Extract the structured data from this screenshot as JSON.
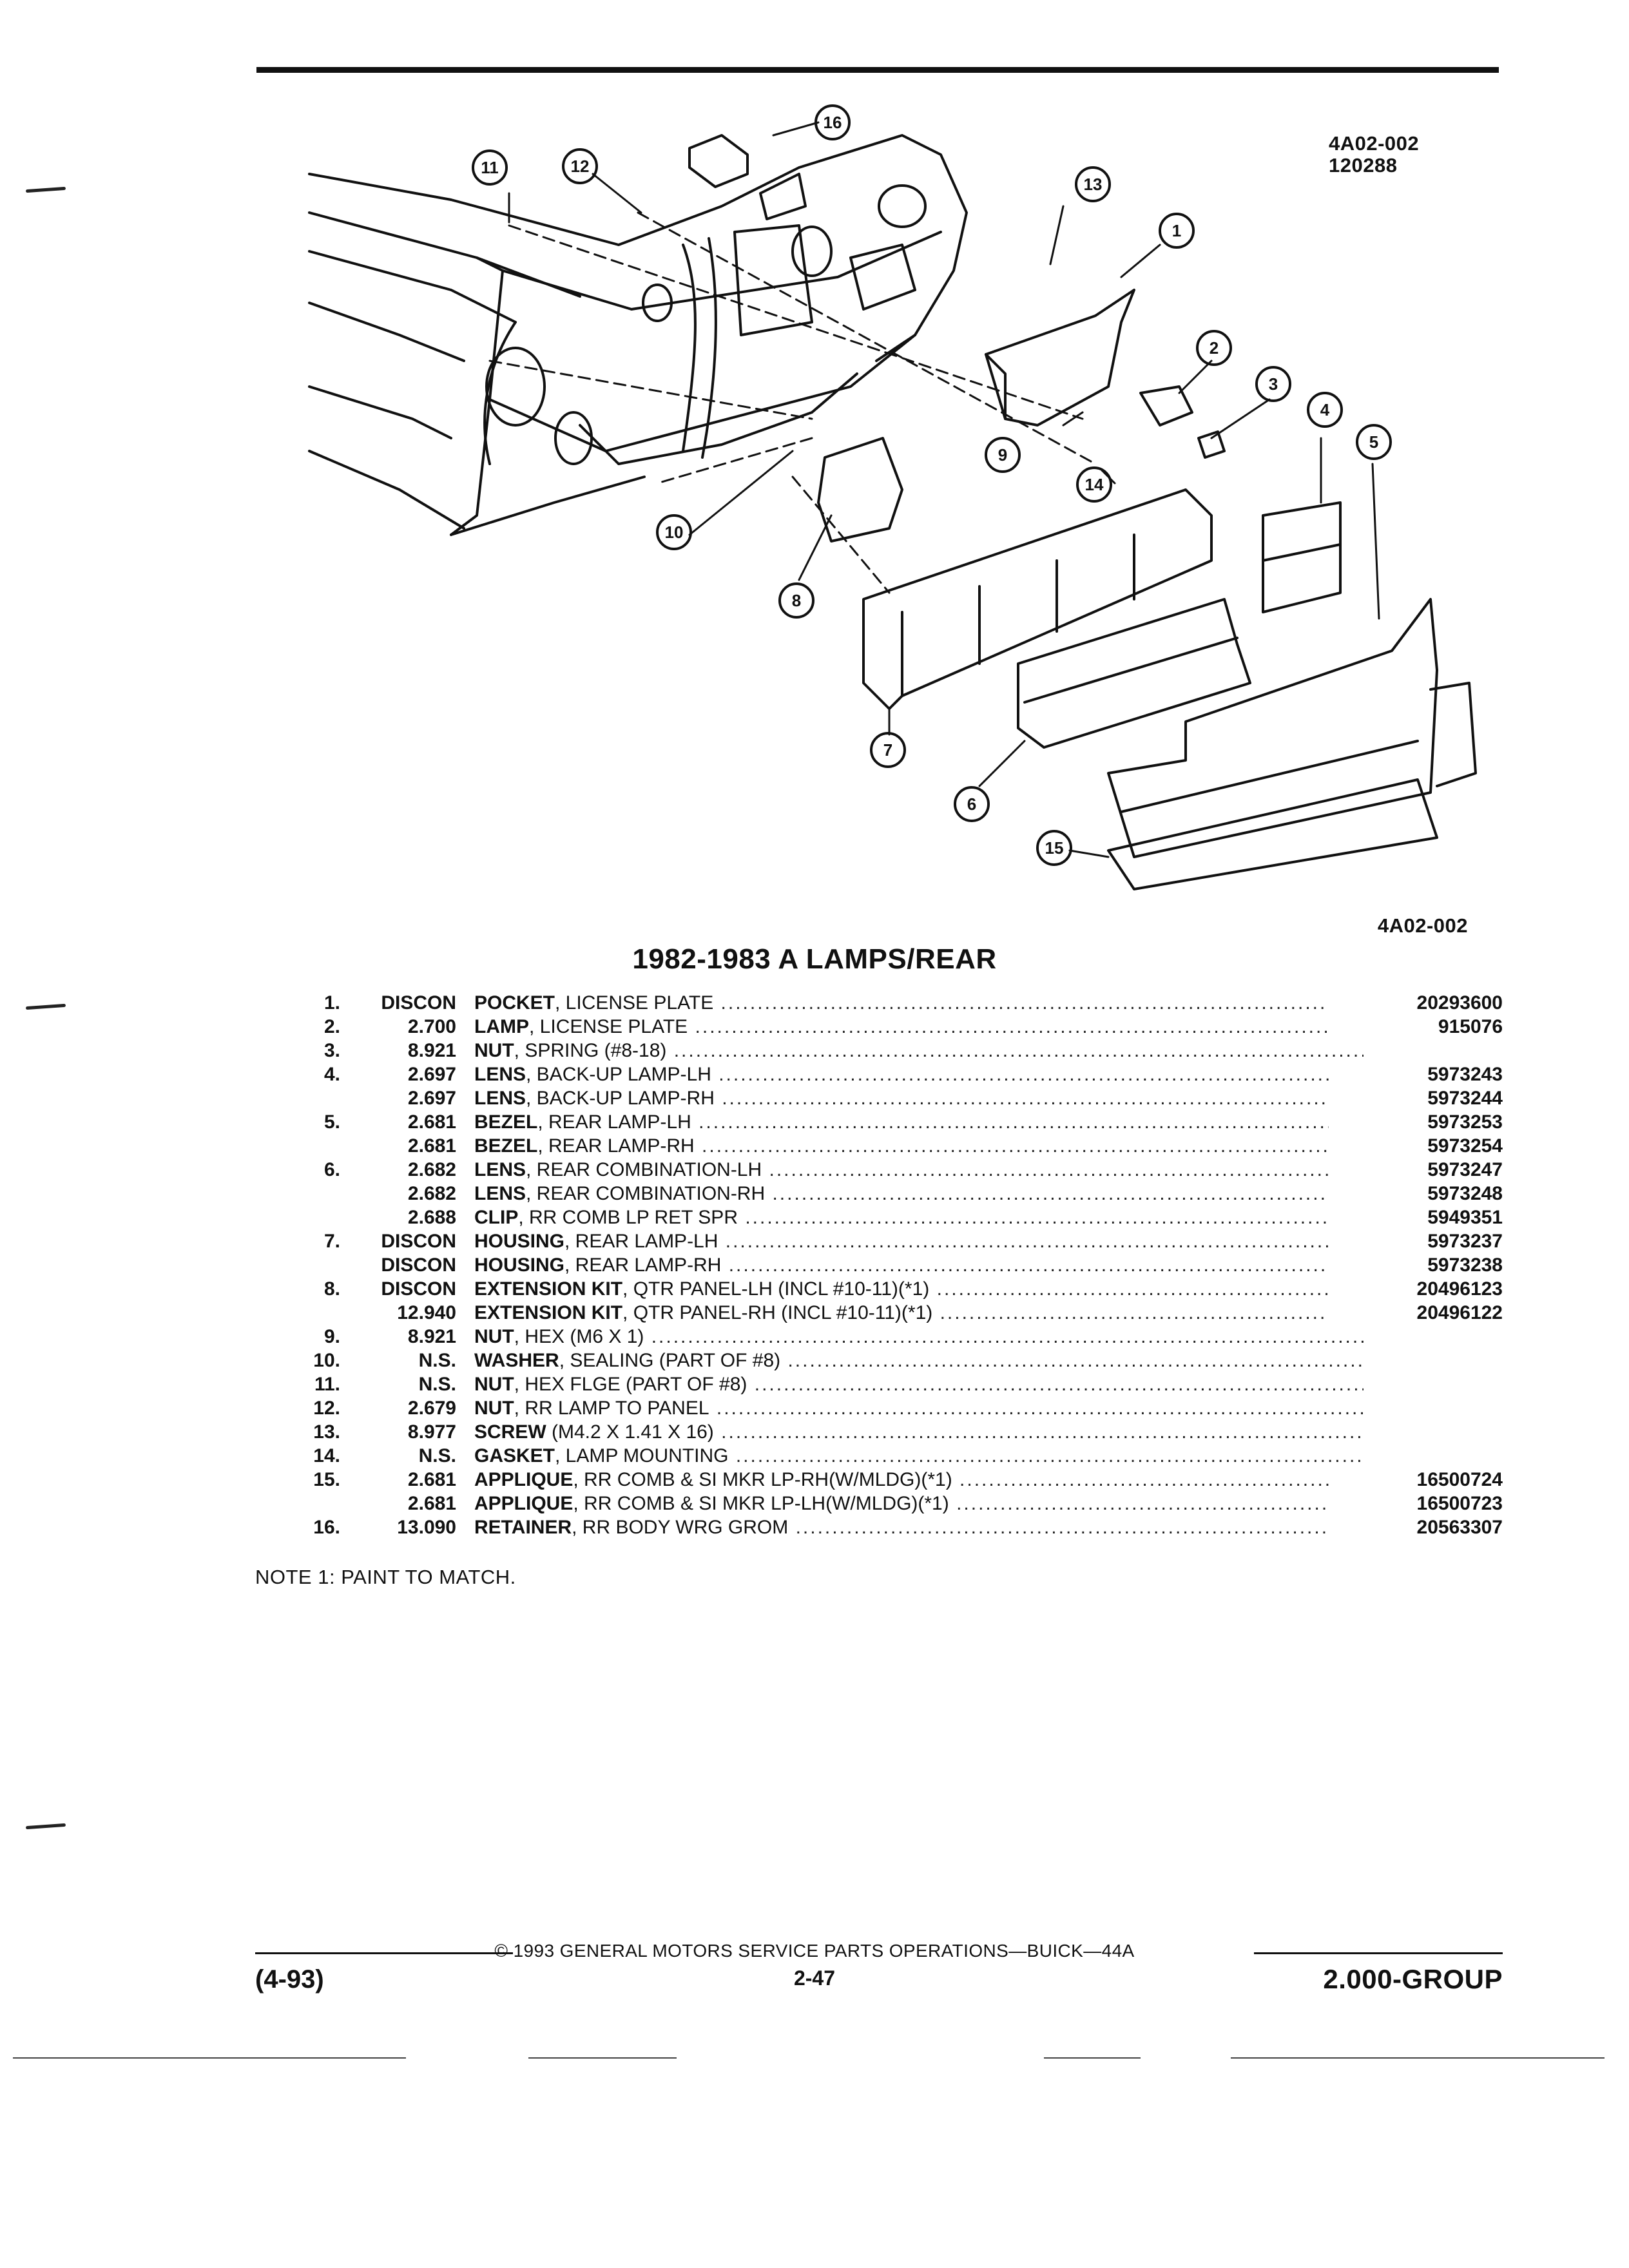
{
  "header": {
    "fig_code": "4A02-002",
    "fig_date": "120288"
  },
  "diagram": {
    "fig_code_bottom": "4A02-002",
    "callouts": [
      "1",
      "2",
      "3",
      "4",
      "5",
      "6",
      "7",
      "8",
      "9",
      "10",
      "11",
      "12",
      "13",
      "14",
      "15",
      "16"
    ]
  },
  "title": "1982-1983 A LAMPS/REAR",
  "parts": [
    {
      "num": "1.",
      "group": "DISCON",
      "name": "POCKET",
      "desc": ", LICENSE PLATE",
      "part": "20293600"
    },
    {
      "num": "2.",
      "group": "2.700",
      "name": "LAMP",
      "desc": ", LICENSE PLATE",
      "part": "915076"
    },
    {
      "num": "3.",
      "group": "8.921",
      "name": "NUT",
      "desc": ", SPRING (#8-18)",
      "part": ""
    },
    {
      "num": "4.",
      "group": "2.697",
      "name": "LENS",
      "desc": ", BACK-UP LAMP-LH",
      "part": "5973243"
    },
    {
      "num": "",
      "group": "2.697",
      "name": "LENS",
      "desc": ", BACK-UP LAMP-RH",
      "part": "5973244"
    },
    {
      "num": "5.",
      "group": "2.681",
      "name": "BEZEL",
      "desc": ", REAR LAMP-LH",
      "part": "5973253"
    },
    {
      "num": "",
      "group": "2.681",
      "name": "BEZEL",
      "desc": ", REAR LAMP-RH",
      "part": "5973254"
    },
    {
      "num": "6.",
      "group": "2.682",
      "name": "LENS",
      "desc": ", REAR COMBINATION-LH",
      "part": "5973247"
    },
    {
      "num": "",
      "group": "2.682",
      "name": "LENS",
      "desc": ", REAR COMBINATION-RH",
      "part": "5973248"
    },
    {
      "num": "",
      "group": "2.688",
      "name": "CLIP",
      "desc": ", RR COMB LP RET SPR",
      "part": "5949351"
    },
    {
      "num": "7.",
      "group": "DISCON",
      "name": "HOUSING",
      "desc": ", REAR LAMP-LH",
      "part": "5973237"
    },
    {
      "num": "",
      "group": "DISCON",
      "name": "HOUSING",
      "desc": ", REAR LAMP-RH",
      "part": "5973238"
    },
    {
      "num": "8.",
      "group": "DISCON",
      "name": "EXTENSION KIT",
      "desc": ", QTR PANEL-LH (INCL #10-11)(*1)",
      "part": "20496123"
    },
    {
      "num": "",
      "group": "12.940",
      "name": "EXTENSION KIT",
      "desc": ", QTR PANEL-RH (INCL #10-11)(*1)",
      "part": "20496122"
    },
    {
      "num": "9.",
      "group": "8.921",
      "name": "NUT",
      "desc": ", HEX (M6 X 1)",
      "part": ""
    },
    {
      "num": "10.",
      "group": "N.S.",
      "name": "WASHER",
      "desc": ", SEALING (PART OF #8)",
      "part": ""
    },
    {
      "num": "11.",
      "group": "N.S.",
      "name": "NUT",
      "desc": ", HEX FLGE (PART OF #8)",
      "part": ""
    },
    {
      "num": "12.",
      "group": "2.679",
      "name": "NUT",
      "desc": ", RR LAMP TO PANEL",
      "part": ""
    },
    {
      "num": "13.",
      "group": "8.977",
      "name": "SCREW",
      "desc": " (M4.2 X 1.41 X 16)",
      "part": ""
    },
    {
      "num": "14.",
      "group": "N.S.",
      "name": "GASKET",
      "desc": ", LAMP MOUNTING",
      "part": ""
    },
    {
      "num": "15.",
      "group": "2.681",
      "name": "APPLIQUE",
      "desc": ", RR COMB & SI MKR LP-RH(W/MLDG)(*1)",
      "part": "16500724"
    },
    {
      "num": "",
      "group": "2.681",
      "name": "APPLIQUE",
      "desc": ", RR COMB & SI MKR LP-LH(W/MLDG)(*1)",
      "part": "16500723"
    },
    {
      "num": "16.",
      "group": "13.090",
      "name": "RETAINER",
      "desc": ", RR BODY WRG GROM",
      "part": "20563307"
    }
  ],
  "note": "NOTE  1:  PAINT TO MATCH.",
  "footer": {
    "copyright": "© 1993 GENERAL MOTORS SERVICE PARTS OPERATIONS—BUICK—44A",
    "revision": "(4-93)",
    "page": "2-47",
    "group": "2.000-GROUP"
  }
}
